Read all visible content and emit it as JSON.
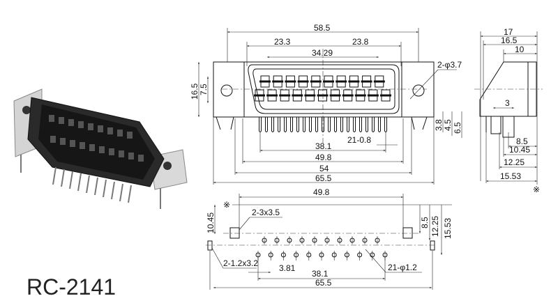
{
  "model": "RC-2141",
  "front_view": {
    "dims": {
      "overall_flange": "58.5",
      "left_half": "23.3",
      "right_half": "23.8",
      "pin_span_top": "34.29",
      "mount_hole": "2-φ3.7",
      "height": "16.5",
      "row_pitch": "7.5",
      "d38": "3.8",
      "d45": "4.5",
      "d65": "6.5",
      "pin_width": "21-0.8",
      "pin_span": "38.1",
      "w498": "49.8",
      "w54": "54",
      "overall_width": "65.5"
    }
  },
  "side_view": {
    "dims": {
      "depth": "17",
      "depth2": "16.5",
      "d10": "10",
      "d3": "3",
      "d85": "8.5",
      "d1045": "10.45",
      "d1225": "12.25",
      "d1553": "15.53",
      "ref_mark": "※"
    }
  },
  "pcb_layout": {
    "dims": {
      "w498": "49.8",
      "ref_mark": "※",
      "d1045": "10.45",
      "slot": "2-3x3.5",
      "d85": "8.5",
      "d1225": "12.25",
      "d1553": "15.53",
      "pad": "2-1.2x3.2",
      "pitch": "3.81",
      "span": "38.1",
      "holes": "21-φ1.2",
      "overall": "65.5"
    }
  },
  "colors": {
    "line": "#111111",
    "body": "#1e1e1e",
    "metal": "#c8c8c8"
  }
}
